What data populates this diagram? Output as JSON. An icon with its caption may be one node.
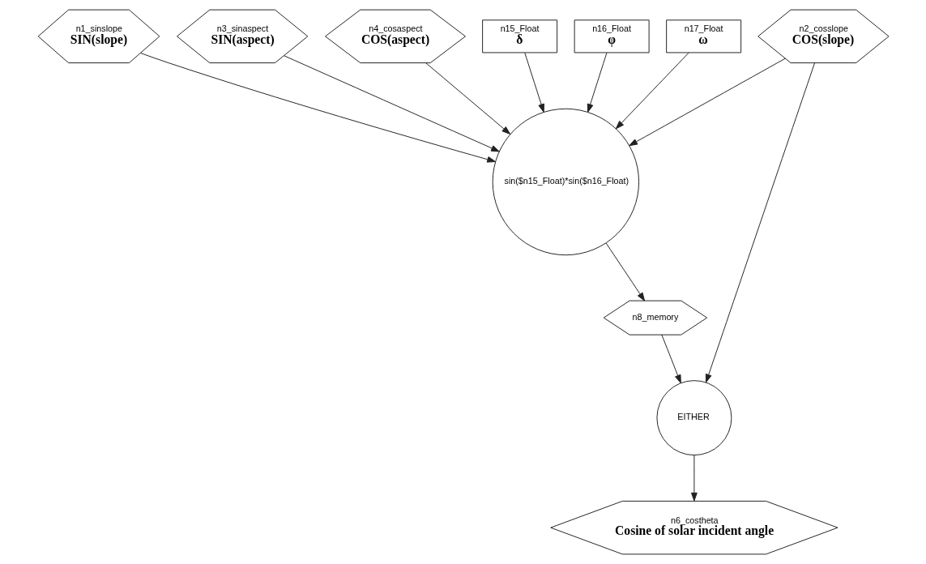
{
  "diagram": {
    "nodes": [
      {
        "text": [
          "n1_sinslope",
          "SIN(slope)"
        ]
      },
      {
        "text": [
          "n2_cosslope",
          "COS(slope)"
        ]
      },
      {
        "text": [
          "n3_sinaspect",
          "SIN(aspect)"
        ]
      },
      {
        "text": [
          "n4_cosaspect",
          "COS(aspect)"
        ]
      },
      {
        "text": [
          "n15_Float",
          "δ"
        ]
      },
      {
        "text": [
          "n16_Float",
          "φ"
        ]
      },
      {
        "text": [
          "n17_Float",
          "ω"
        ]
      },
      {
        "text": [
          "sin($n15_Float)*sin($n16_Float)"
        ]
      },
      {
        "text": [
          "EITHER"
        ]
      },
      {
        "text": [
          "n8_memory"
        ]
      },
      {
        "text": [
          "n6_costheta",
          "Cosine of solar incident angle"
        ]
      }
    ],
    "edges": [
      {
        "from": 0,
        "to": 7,
        "arrow": "to"
      },
      {
        "from": 1,
        "to": 7,
        "arrow": "to"
      },
      {
        "from": 1,
        "to": 8,
        "arrow": "to"
      },
      {
        "from": 2,
        "to": 7,
        "arrow": "to"
      },
      {
        "from": 3,
        "to": 7,
        "arrow": "to"
      },
      {
        "from": 4,
        "to": 7,
        "arrow": "to"
      },
      {
        "from": 5,
        "to": 7,
        "arrow": "to"
      },
      {
        "from": 6,
        "to": 7,
        "arrow": "to"
      },
      {
        "from": 7,
        "to": 9,
        "arrow": "to"
      },
      {
        "from": 9,
        "to": 8,
        "arrow": "to"
      },
      {
        "from": 8,
        "to": 10,
        "arrow": "to"
      }
    ]
  }
}
